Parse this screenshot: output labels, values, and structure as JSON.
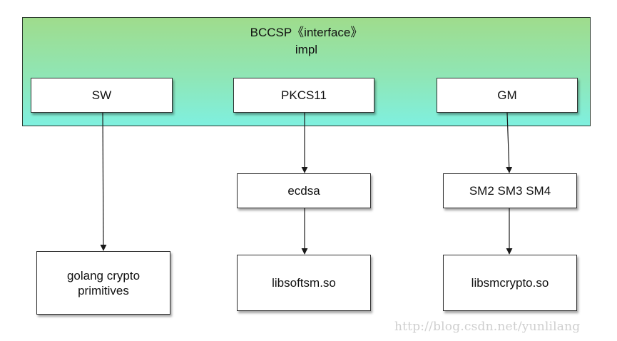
{
  "container": {
    "title": "BCCSP《interface》",
    "subtitle": "impl"
  },
  "nodes": {
    "sw": "SW",
    "pkcs11": "PKCS11",
    "gm": "GM",
    "ecdsa": "ecdsa",
    "sm_algs": "SM2 SM3 SM4",
    "golang": "golang crypto\nprimitives",
    "libsoftsm": "libsoftsm.so",
    "libsmcrypto": "libsmcrypto.so"
  },
  "edges": [
    {
      "from": "sw",
      "to": "golang"
    },
    {
      "from": "pkcs11",
      "to": "ecdsa"
    },
    {
      "from": "ecdsa",
      "to": "libsoftsm"
    },
    {
      "from": "gm",
      "to": "sm_algs"
    },
    {
      "from": "sm_algs",
      "to": "libsmcrypto"
    }
  ],
  "watermark": "http://blog.csdn.net/yunlilang",
  "colors": {
    "container_top": "#9fdc8c",
    "container_bottom": "#7ff0df",
    "border": "#2f2f2f",
    "arrow": "#1a1a1a",
    "watermark": "#cfcfcf"
  }
}
